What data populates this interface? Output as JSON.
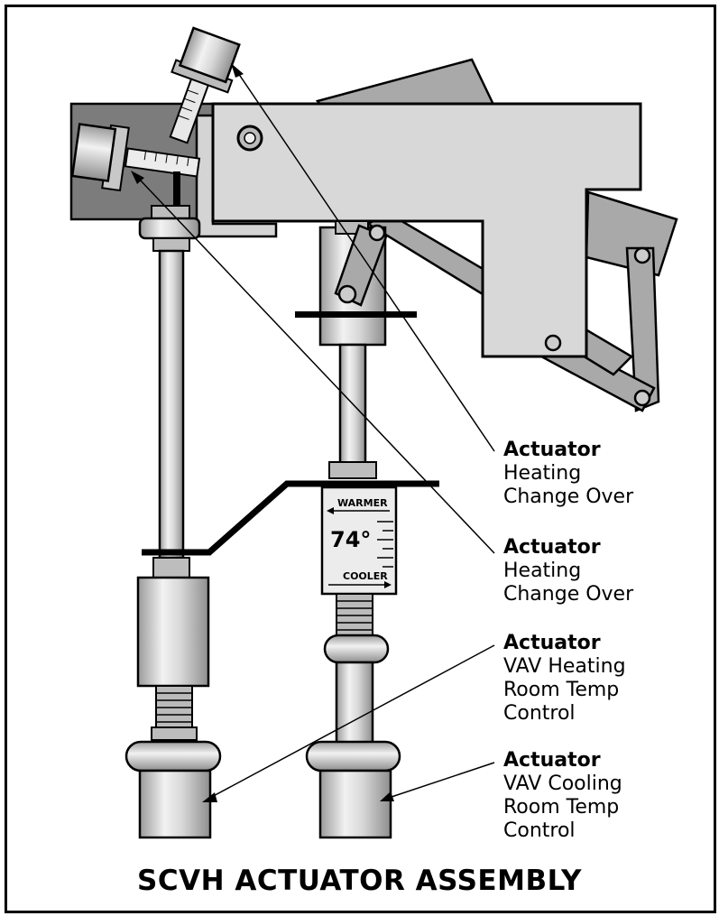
{
  "title": "SCVH ACTUATOR ASSEMBLY",
  "dial": {
    "top_label": "WARMER",
    "value": "74°",
    "bottom_label": "COOLER"
  },
  "callouts": [
    {
      "head": "Actuator",
      "lines": [
        "Heating",
        "Change Over"
      ]
    },
    {
      "head": "Actuator",
      "lines": [
        "Heating",
        "Change Over"
      ]
    },
    {
      "head": "Actuator",
      "lines": [
        "VAV Heating",
        "Room Temp",
        "Control"
      ]
    },
    {
      "head": "Actuator",
      "lines": [
        "VAV Cooling",
        "Room Temp",
        "Control"
      ]
    }
  ],
  "colors": {
    "metal_light": "#e2e2e2",
    "metal_mid": "#c4c4c4",
    "plate_dark": "#7c7c7c",
    "linkage": "#a9a9a9",
    "outline": "#000000"
  }
}
